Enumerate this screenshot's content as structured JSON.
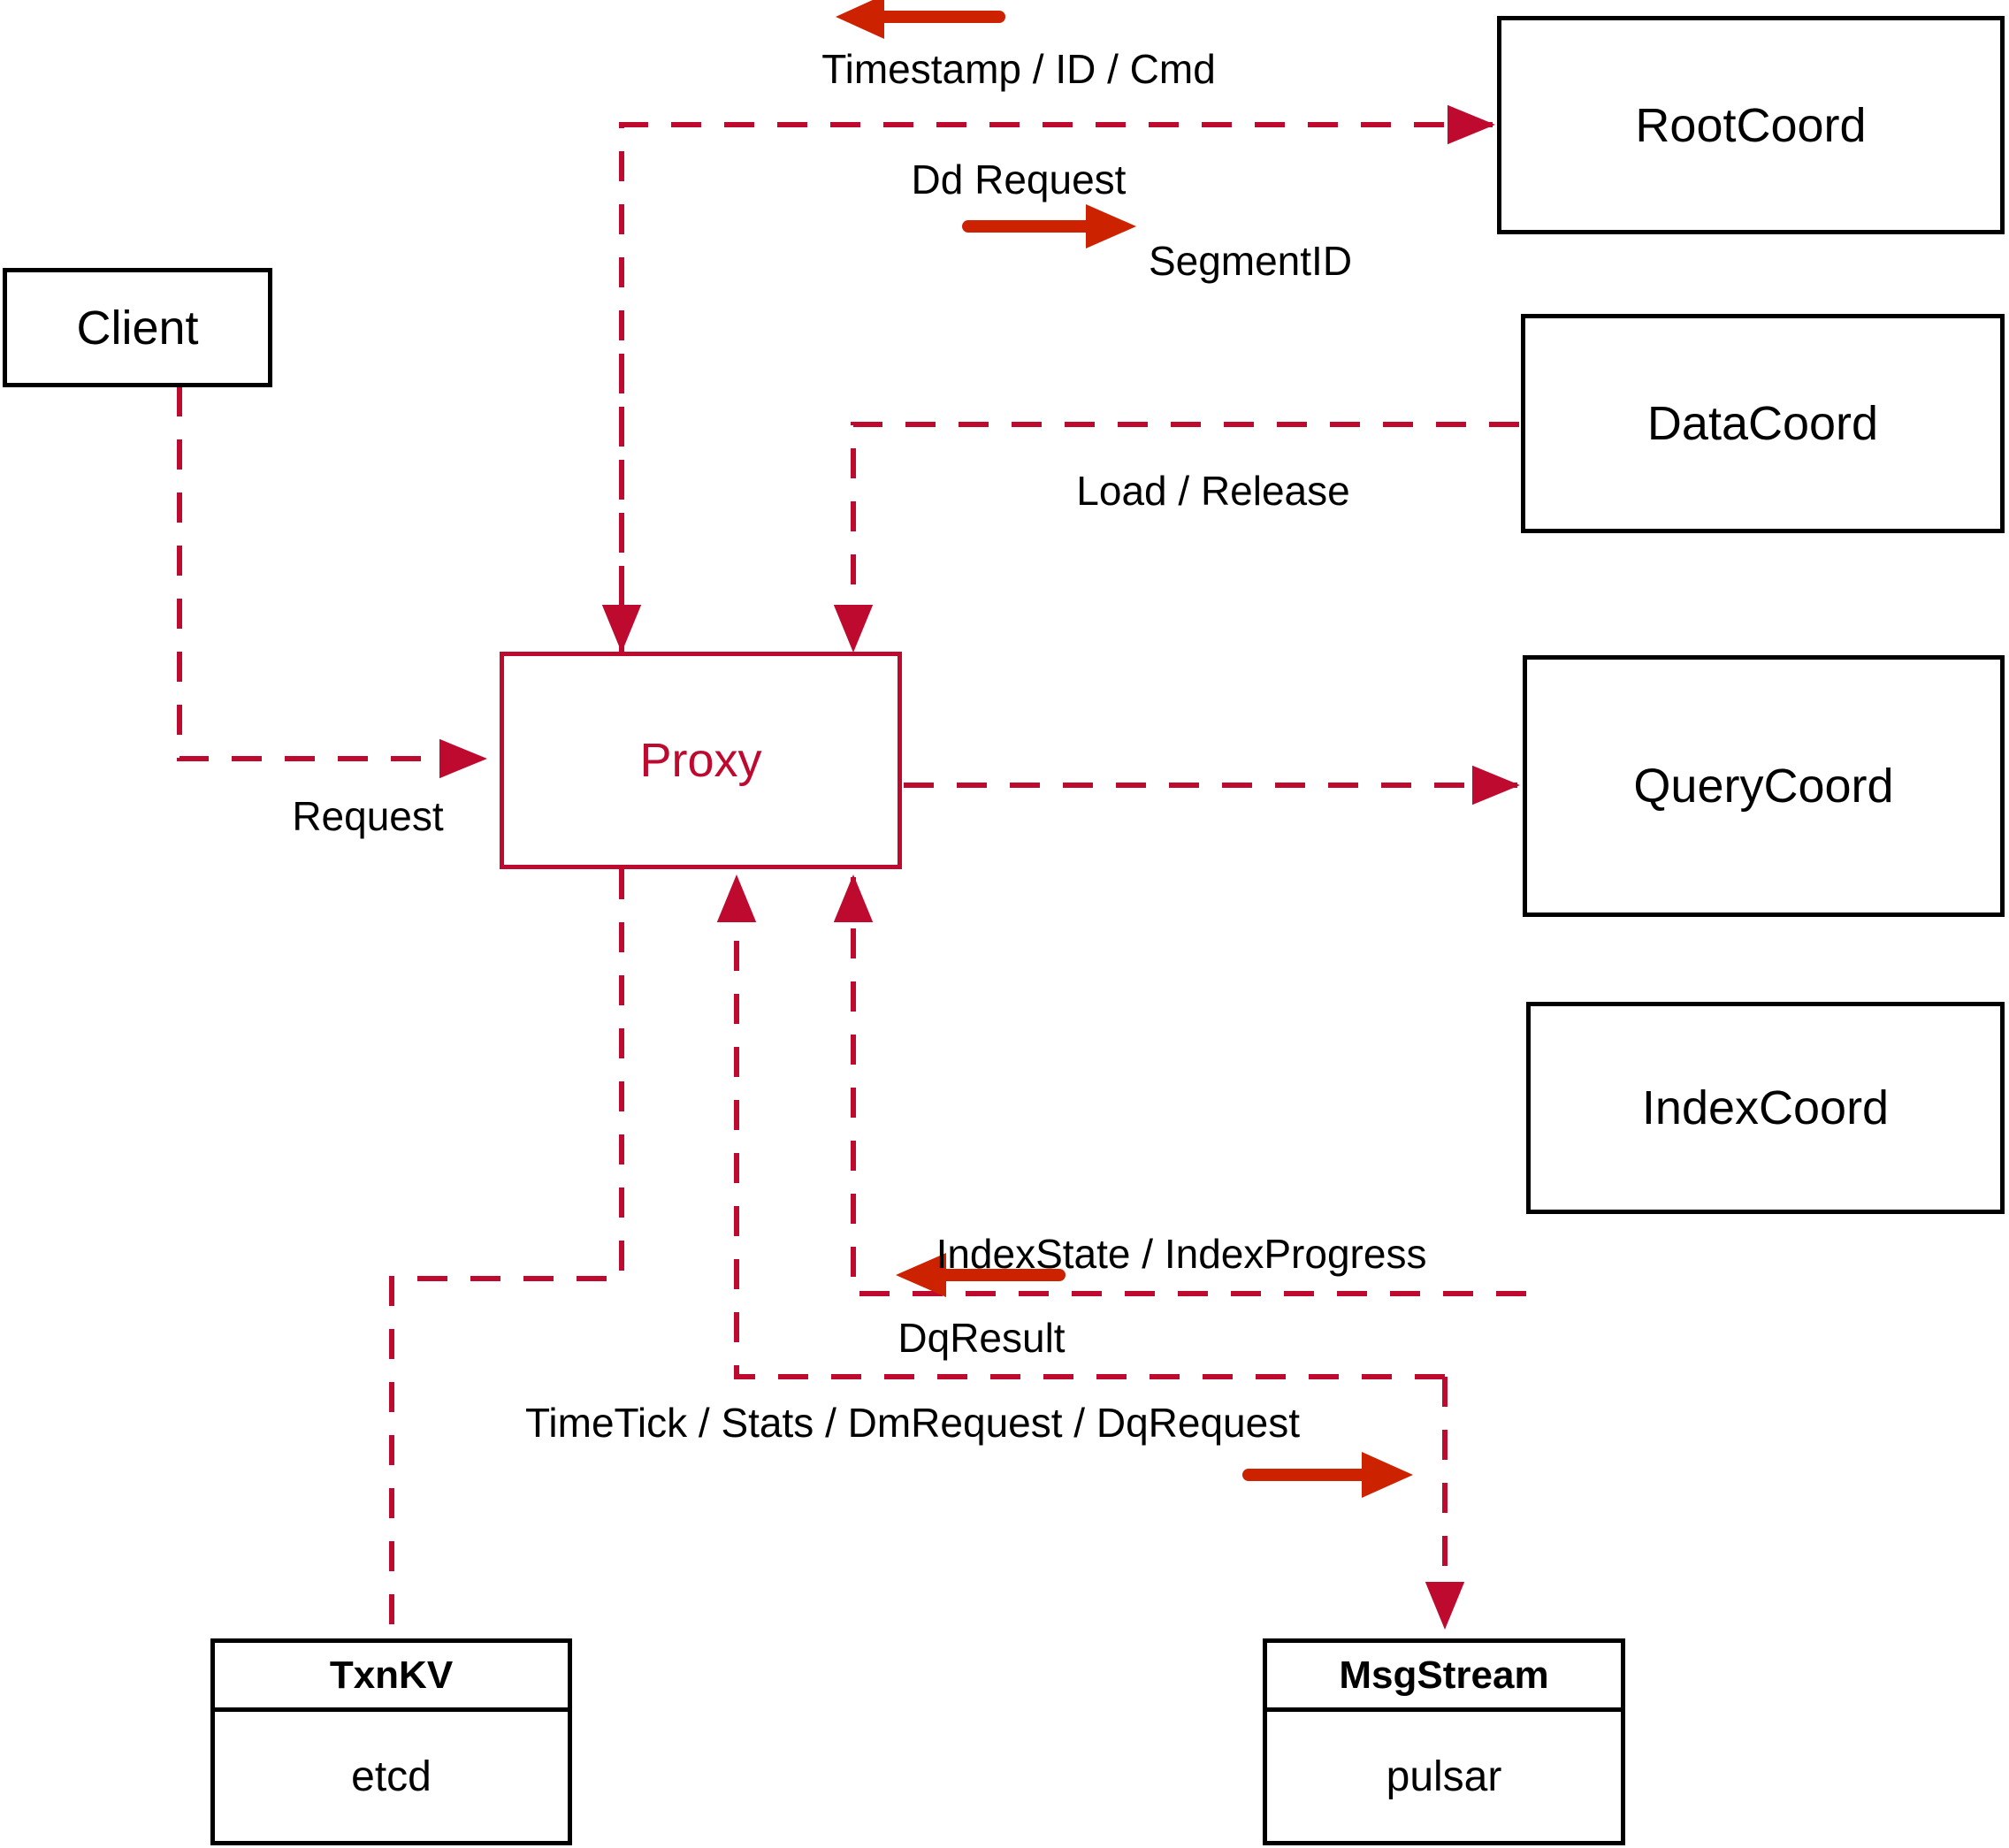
{
  "diagram": {
    "title": "Milvus Proxy interaction diagram",
    "colors": {
      "dashed_edge": "#bf0a30",
      "proxy_accent": "#bf0a30",
      "node_border": "#000000",
      "legend_arrow": "#cc2200",
      "background": "#ffffff"
    },
    "nodes": [
      {
        "id": "client",
        "label": "Client",
        "style": "black-box"
      },
      {
        "id": "proxy",
        "label": "Proxy",
        "style": "red-box"
      },
      {
        "id": "rootcoord",
        "label": "RootCoord",
        "style": "black-box"
      },
      {
        "id": "datacoord",
        "label": "DataCoord",
        "style": "black-box"
      },
      {
        "id": "querycoord",
        "label": "QueryCoord",
        "style": "black-box"
      },
      {
        "id": "indexcoord",
        "label": "IndexCoord",
        "style": "black-box"
      }
    ],
    "stack_nodes": [
      {
        "id": "txnkv",
        "title": "TxnKV",
        "impl": "etcd"
      },
      {
        "id": "msgstream",
        "title": "MsgStream",
        "impl": "pulsar"
      }
    ],
    "edge_labels": [
      {
        "id": "timestamp-id-cmd",
        "text": "Timestamp / ID / Cmd",
        "direction": "left"
      },
      {
        "id": "dd-request",
        "text": "Dd Request",
        "direction": "right"
      },
      {
        "id": "segment-id",
        "text": "SegmentID",
        "direction": "left"
      },
      {
        "id": "load-release",
        "text": "Load / Release",
        "direction": "right"
      },
      {
        "id": "index-state",
        "text": "IndexState / IndexProgress",
        "direction": "left"
      },
      {
        "id": "request",
        "text": "Request",
        "direction": "right"
      },
      {
        "id": "dq-result",
        "text": "DqResult",
        "direction": "left"
      },
      {
        "id": "timetick-stats",
        "text": "TimeTick / Stats / DmRequest / DqRequest",
        "direction": "right"
      }
    ]
  }
}
